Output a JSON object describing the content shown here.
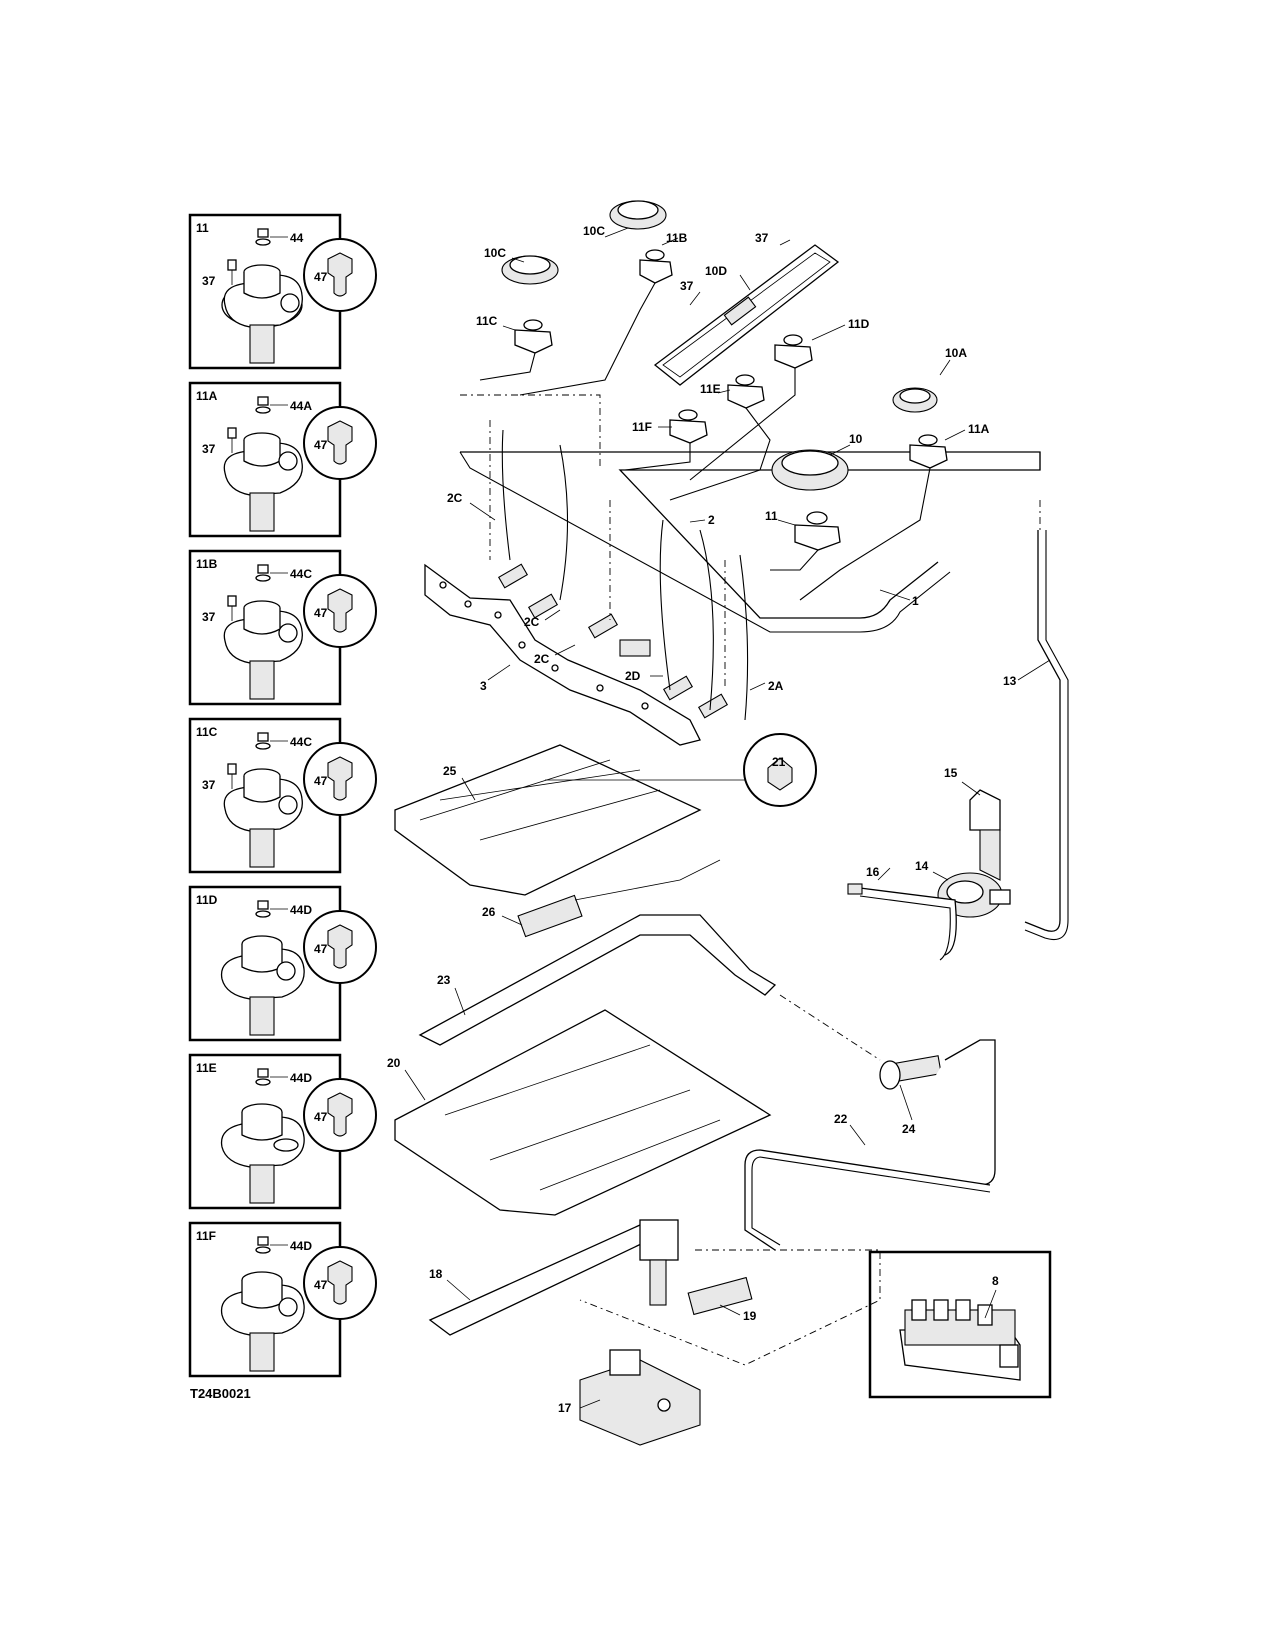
{
  "diagram_code": "T24B0021",
  "insets": [
    {
      "title": "11",
      "cap": "44",
      "screw": "37",
      "orifice": "47"
    },
    {
      "title": "11A",
      "cap": "44A",
      "screw": "37",
      "orifice": "47"
    },
    {
      "title": "11B",
      "cap": "44C",
      "screw": "37",
      "orifice": "47"
    },
    {
      "title": "11C",
      "cap": "44C",
      "screw": "37",
      "orifice": "47"
    },
    {
      "title": "11D",
      "cap": "44D",
      "orifice": "47"
    },
    {
      "title": "11E",
      "cap": "44D",
      "orifice": "47"
    },
    {
      "title": "11F",
      "cap": "44D",
      "orifice": "47"
    }
  ],
  "spark_module_label": "8",
  "labels": {
    "l10c_top": "10C",
    "l11b": "11B",
    "l37_top": "37",
    "l10c_left": "10C",
    "l10d": "10D",
    "l37_mid": "37",
    "l11c": "11C",
    "l11d": "11D",
    "l10a": "10A",
    "l11e": "11E",
    "l11f": "11F",
    "l11a": "11A",
    "l10": "10",
    "l2c_a": "2C",
    "l11": "11",
    "l2": "2",
    "l1": "1",
    "l2c_b": "2C",
    "l2c_c": "2C",
    "l3": "3",
    "l2d": "2D",
    "l2a": "2A",
    "l13": "13",
    "l21": "21",
    "l25": "25",
    "l15": "15",
    "l16": "16",
    "l14": "14",
    "l26": "26",
    "l23": "23",
    "l20": "20",
    "l24": "24",
    "l22": "22",
    "l18": "18",
    "l19": "19",
    "l17": "17"
  }
}
